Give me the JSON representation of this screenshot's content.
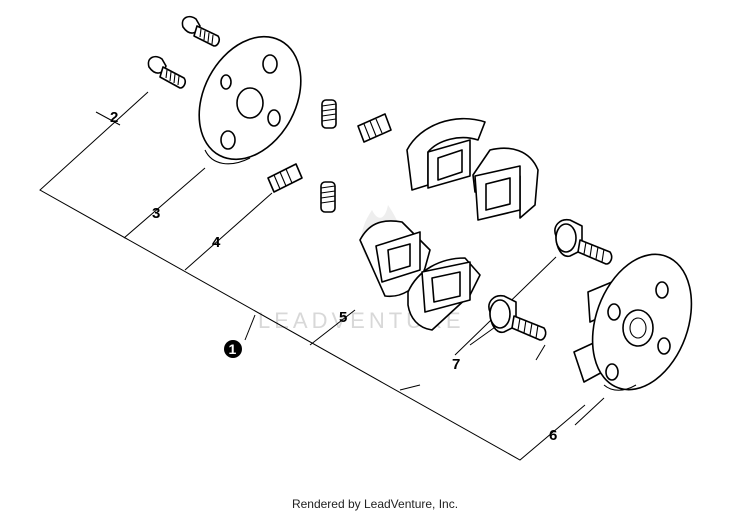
{
  "diagram": {
    "labels": {
      "assembly": "1",
      "screw_flat": "2",
      "washer_plate": "3",
      "spring": "4",
      "shoe": "5",
      "hub": "6",
      "bolt": "7"
    },
    "watermark": "LEADVENTURE",
    "footer": "Rendered by LeadVenture, Inc."
  }
}
